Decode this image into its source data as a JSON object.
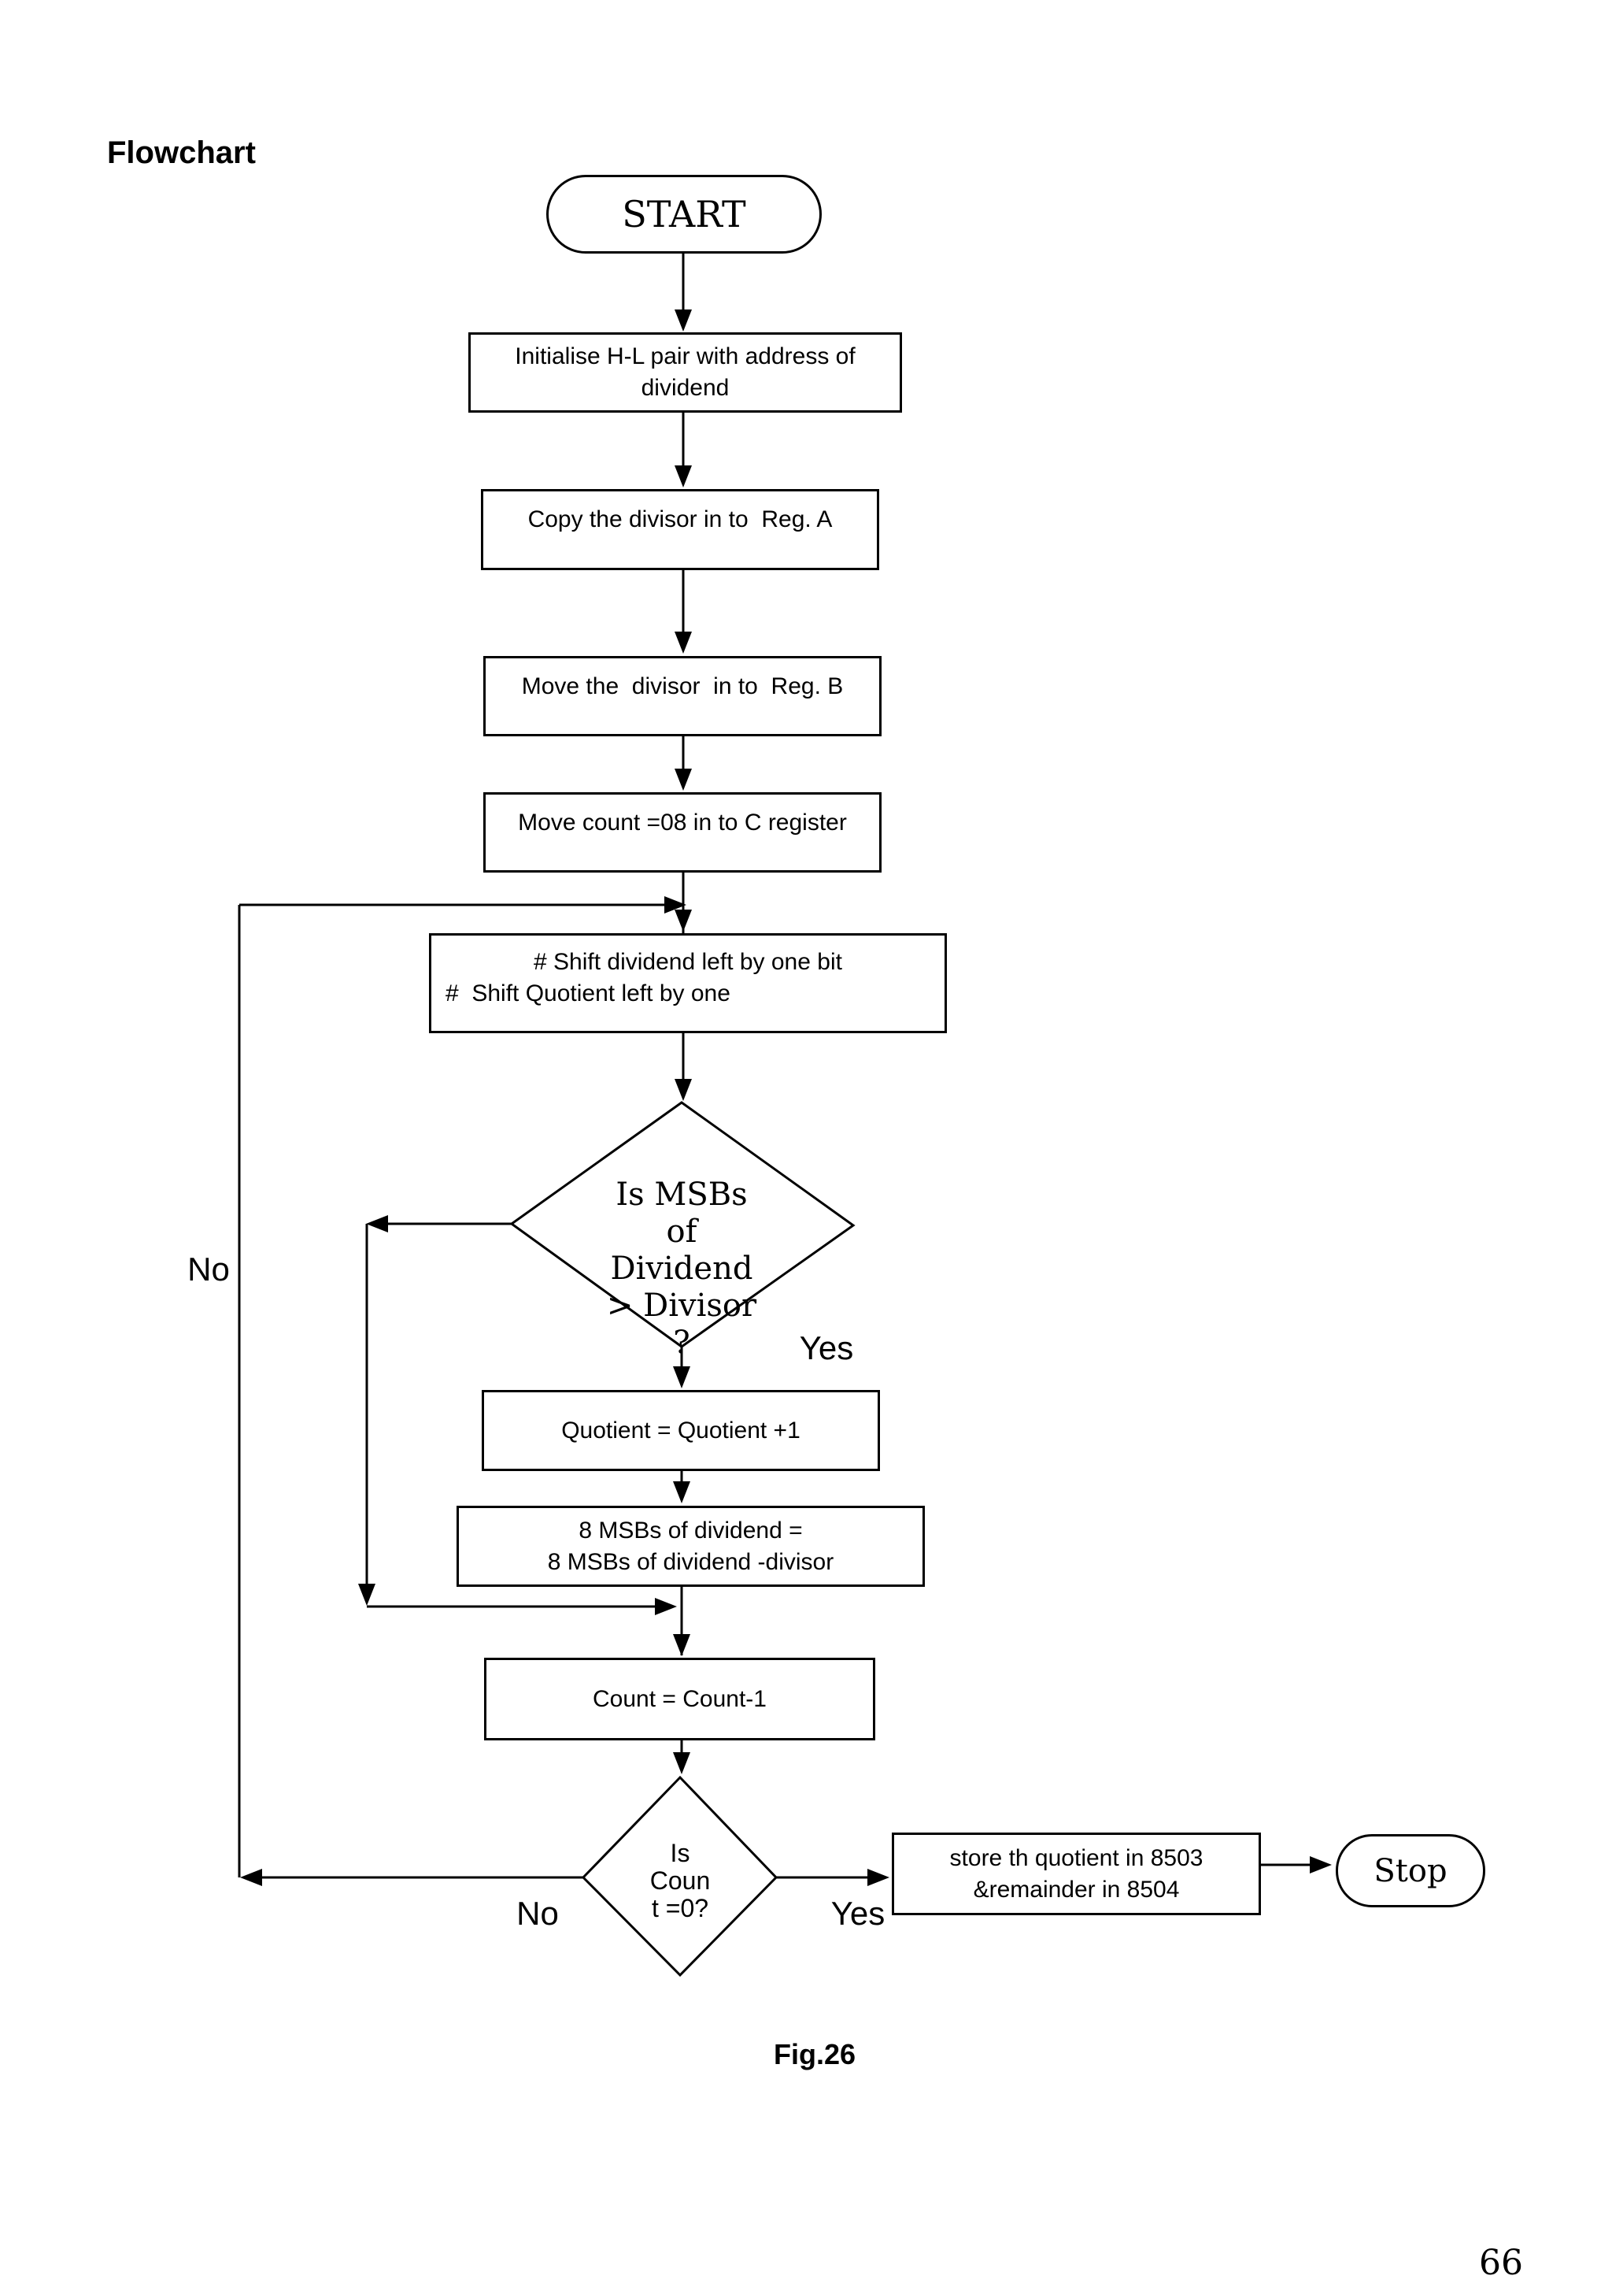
{
  "page": {
    "title": "Flowchart",
    "figure_caption": "Fig.26",
    "page_number": "66"
  },
  "colors": {
    "ink": "#000000",
    "paper": "#ffffff"
  },
  "nodes": {
    "start": {
      "label": "START"
    },
    "init": {
      "line1": "Initialise H-L pair with address of",
      "line2": "dividend"
    },
    "copy_a": {
      "label": "Copy the divisor in to  Reg. A"
    },
    "move_b": {
      "label": "Move the  divisor  in to  Reg. B"
    },
    "move_count": {
      "label": "Move count =08 in to C register"
    },
    "shift": {
      "line1": "# Shift dividend left by one bit",
      "line2": "#  Shift Quotient left by one"
    },
    "decision_msb": {
      "line1": "Is MSBs",
      "line2": "of",
      "line3": "Dividend",
      "line4": "> Divisor",
      "line5": "?"
    },
    "quotient": {
      "label": "Quotient = Quotient +1"
    },
    "msb_sub": {
      "line1": "8 MSBs of dividend =",
      "line2": "8 MSBs of dividend -divisor"
    },
    "count_dec": {
      "label": "Count = Count-1"
    },
    "decision_count": {
      "line1": "Is",
      "line2": "Coun",
      "line3": "t =0?"
    },
    "store": {
      "line1": "store th quotient in 8503",
      "line2": "&remainder in 8504"
    },
    "stop": {
      "label": "Stop"
    }
  },
  "labels": {
    "msb_yes": "Yes",
    "msb_no": "No",
    "count_yes": "Yes",
    "count_no": "No"
  }
}
